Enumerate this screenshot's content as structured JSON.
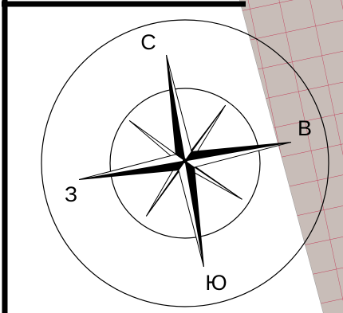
{
  "labels": {
    "north": "С",
    "east": "В",
    "south": "Ю",
    "west": "З"
  },
  "colors": {
    "paper": "#ffffff",
    "ink": "#000000",
    "grid_background": "#c8bdb8",
    "grid_lines": "#c0405a"
  }
}
